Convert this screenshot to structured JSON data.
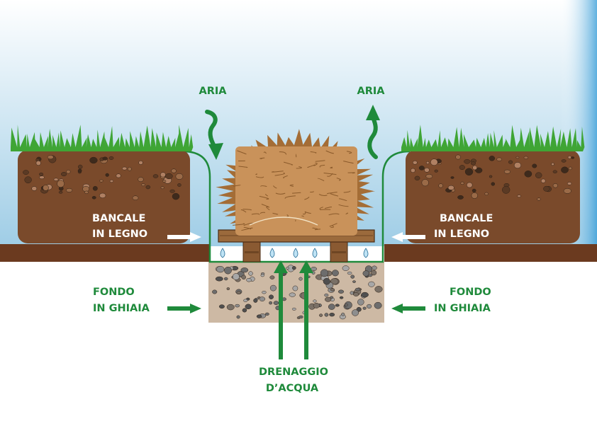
{
  "labels": {
    "air_left": "ARIA",
    "air_right": "ARIA",
    "pallet_left_line1": "BANCALE",
    "pallet_left_line2": "IN LEGNO",
    "pallet_right_line1": "BANCALE",
    "pallet_right_line2": "IN LEGNO",
    "gravel_left_line1": "FONDO",
    "gravel_left_line2": "IN GHIAIA",
    "gravel_right_line1": "FONDO",
    "gravel_right_line2": "IN GHIAIA",
    "drainage_line1": "DRENAGGIO",
    "drainage_line2": "D’ACQUA"
  },
  "colors": {
    "label_green": "#1f8a3b",
    "sky_top": "#ffffff",
    "sky_bottom": "#9fcde6",
    "soil": "#7a4a2b",
    "ground": "#6b3a1f",
    "gravel": "#cdb9a4",
    "wood": "#8a5a32",
    "hay": "#c9925a",
    "grass": "#3fa535",
    "water_drop": "#bfe3f5"
  },
  "icons": [
    "air-in-arrow-icon",
    "air-out-arrow-icon",
    "water-drop-icon",
    "hay-bale-icon",
    "grass-icon",
    "wooden-pallet-icon"
  ]
}
